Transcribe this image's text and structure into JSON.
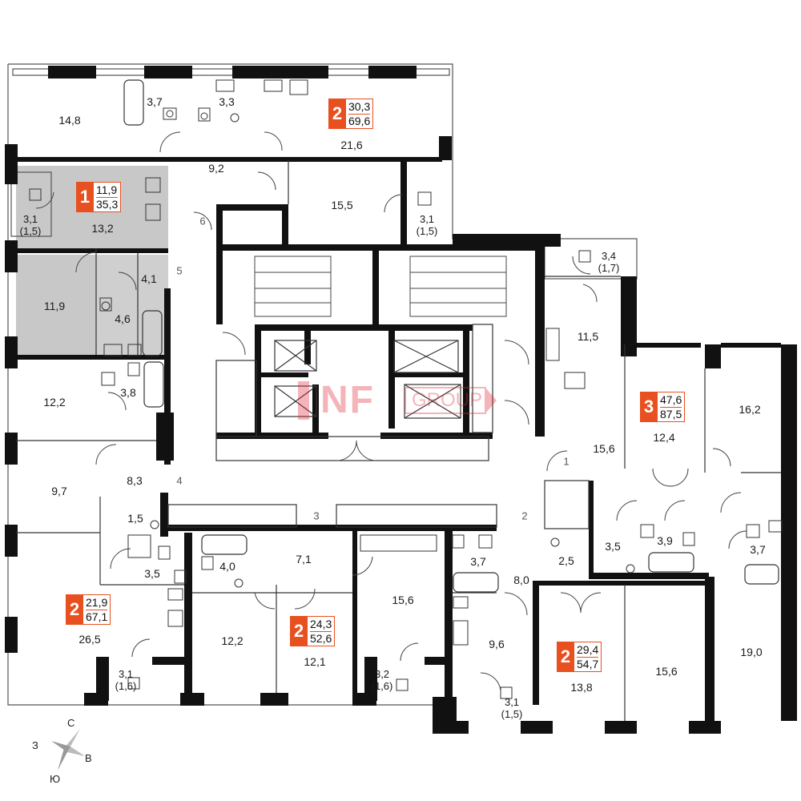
{
  "watermark": {
    "brand_bold": "NF",
    "brand_light": "GROUP",
    "color": "#e02b3a"
  },
  "compass": {
    "north": "С",
    "east": "В",
    "west": "З",
    "south": "Ю"
  },
  "colors": {
    "accent": "#e8501f",
    "wall": "#111111",
    "highlight_fill": "#c8c8c8"
  },
  "entrances": [
    {
      "id": "1",
      "label": "1"
    },
    {
      "id": "2",
      "label": "2"
    },
    {
      "id": "3",
      "label": "3"
    },
    {
      "id": "4",
      "label": "4"
    },
    {
      "id": "5",
      "label": "5"
    },
    {
      "id": "6",
      "label": "6"
    }
  ],
  "apartments": [
    {
      "id": "apt-top",
      "rooms": "2",
      "living": "30,3",
      "total": "69,6"
    },
    {
      "id": "apt-highlight",
      "rooms": "1",
      "living": "11,9",
      "total": "35,3"
    },
    {
      "id": "apt-right",
      "rooms": "3",
      "living": "47,6",
      "total": "87,5"
    },
    {
      "id": "apt-left",
      "rooms": "2",
      "living": "21,9",
      "total": "67,1"
    },
    {
      "id": "apt-center",
      "rooms": "2",
      "living": "24,3",
      "total": "52,6"
    },
    {
      "id": "apt-bottom-right",
      "rooms": "2",
      "living": "29,4",
      "total": "54,7"
    }
  ],
  "rooms": {
    "r01": "14,8",
    "r02": "3,7",
    "r03": "3,3",
    "r04": "21,6",
    "r05": "9,2",
    "r06": "15,5",
    "r07": "3,1",
    "r07b": "(1,5)",
    "r08": "3,1",
    "r08b": "(1,5)",
    "r09": "13,2",
    "r10": "4,1",
    "r11": "11,9",
    "r12": "4,6",
    "r13": "3,4",
    "r13b": "(1,7)",
    "r14": "11,5",
    "r15": "12,2",
    "r16": "3,8",
    "r17": "16,2",
    "r18": "12,4",
    "r19": "15,6",
    "r20": "9,7",
    "r21": "8,3",
    "r22": "1,5",
    "r23": "3,5",
    "r24": "4,0",
    "r25": "7,1",
    "r26": "15,6",
    "r27": "3,7",
    "r28": "2,5",
    "r29": "3,5",
    "r30": "3,9",
    "r31": "3,7",
    "r32": "8,0",
    "r33": "26,5",
    "r34": "12,2",
    "r35": "12,1",
    "r36": "9,6",
    "r37": "15,6",
    "r38": "19,0",
    "r39": "3,1",
    "r39b": "(1,6)",
    "r40": "3,2",
    "r40b": "(1,6)",
    "r41": "13,8",
    "r42": "3,1",
    "r42b": "(1,5)"
  }
}
